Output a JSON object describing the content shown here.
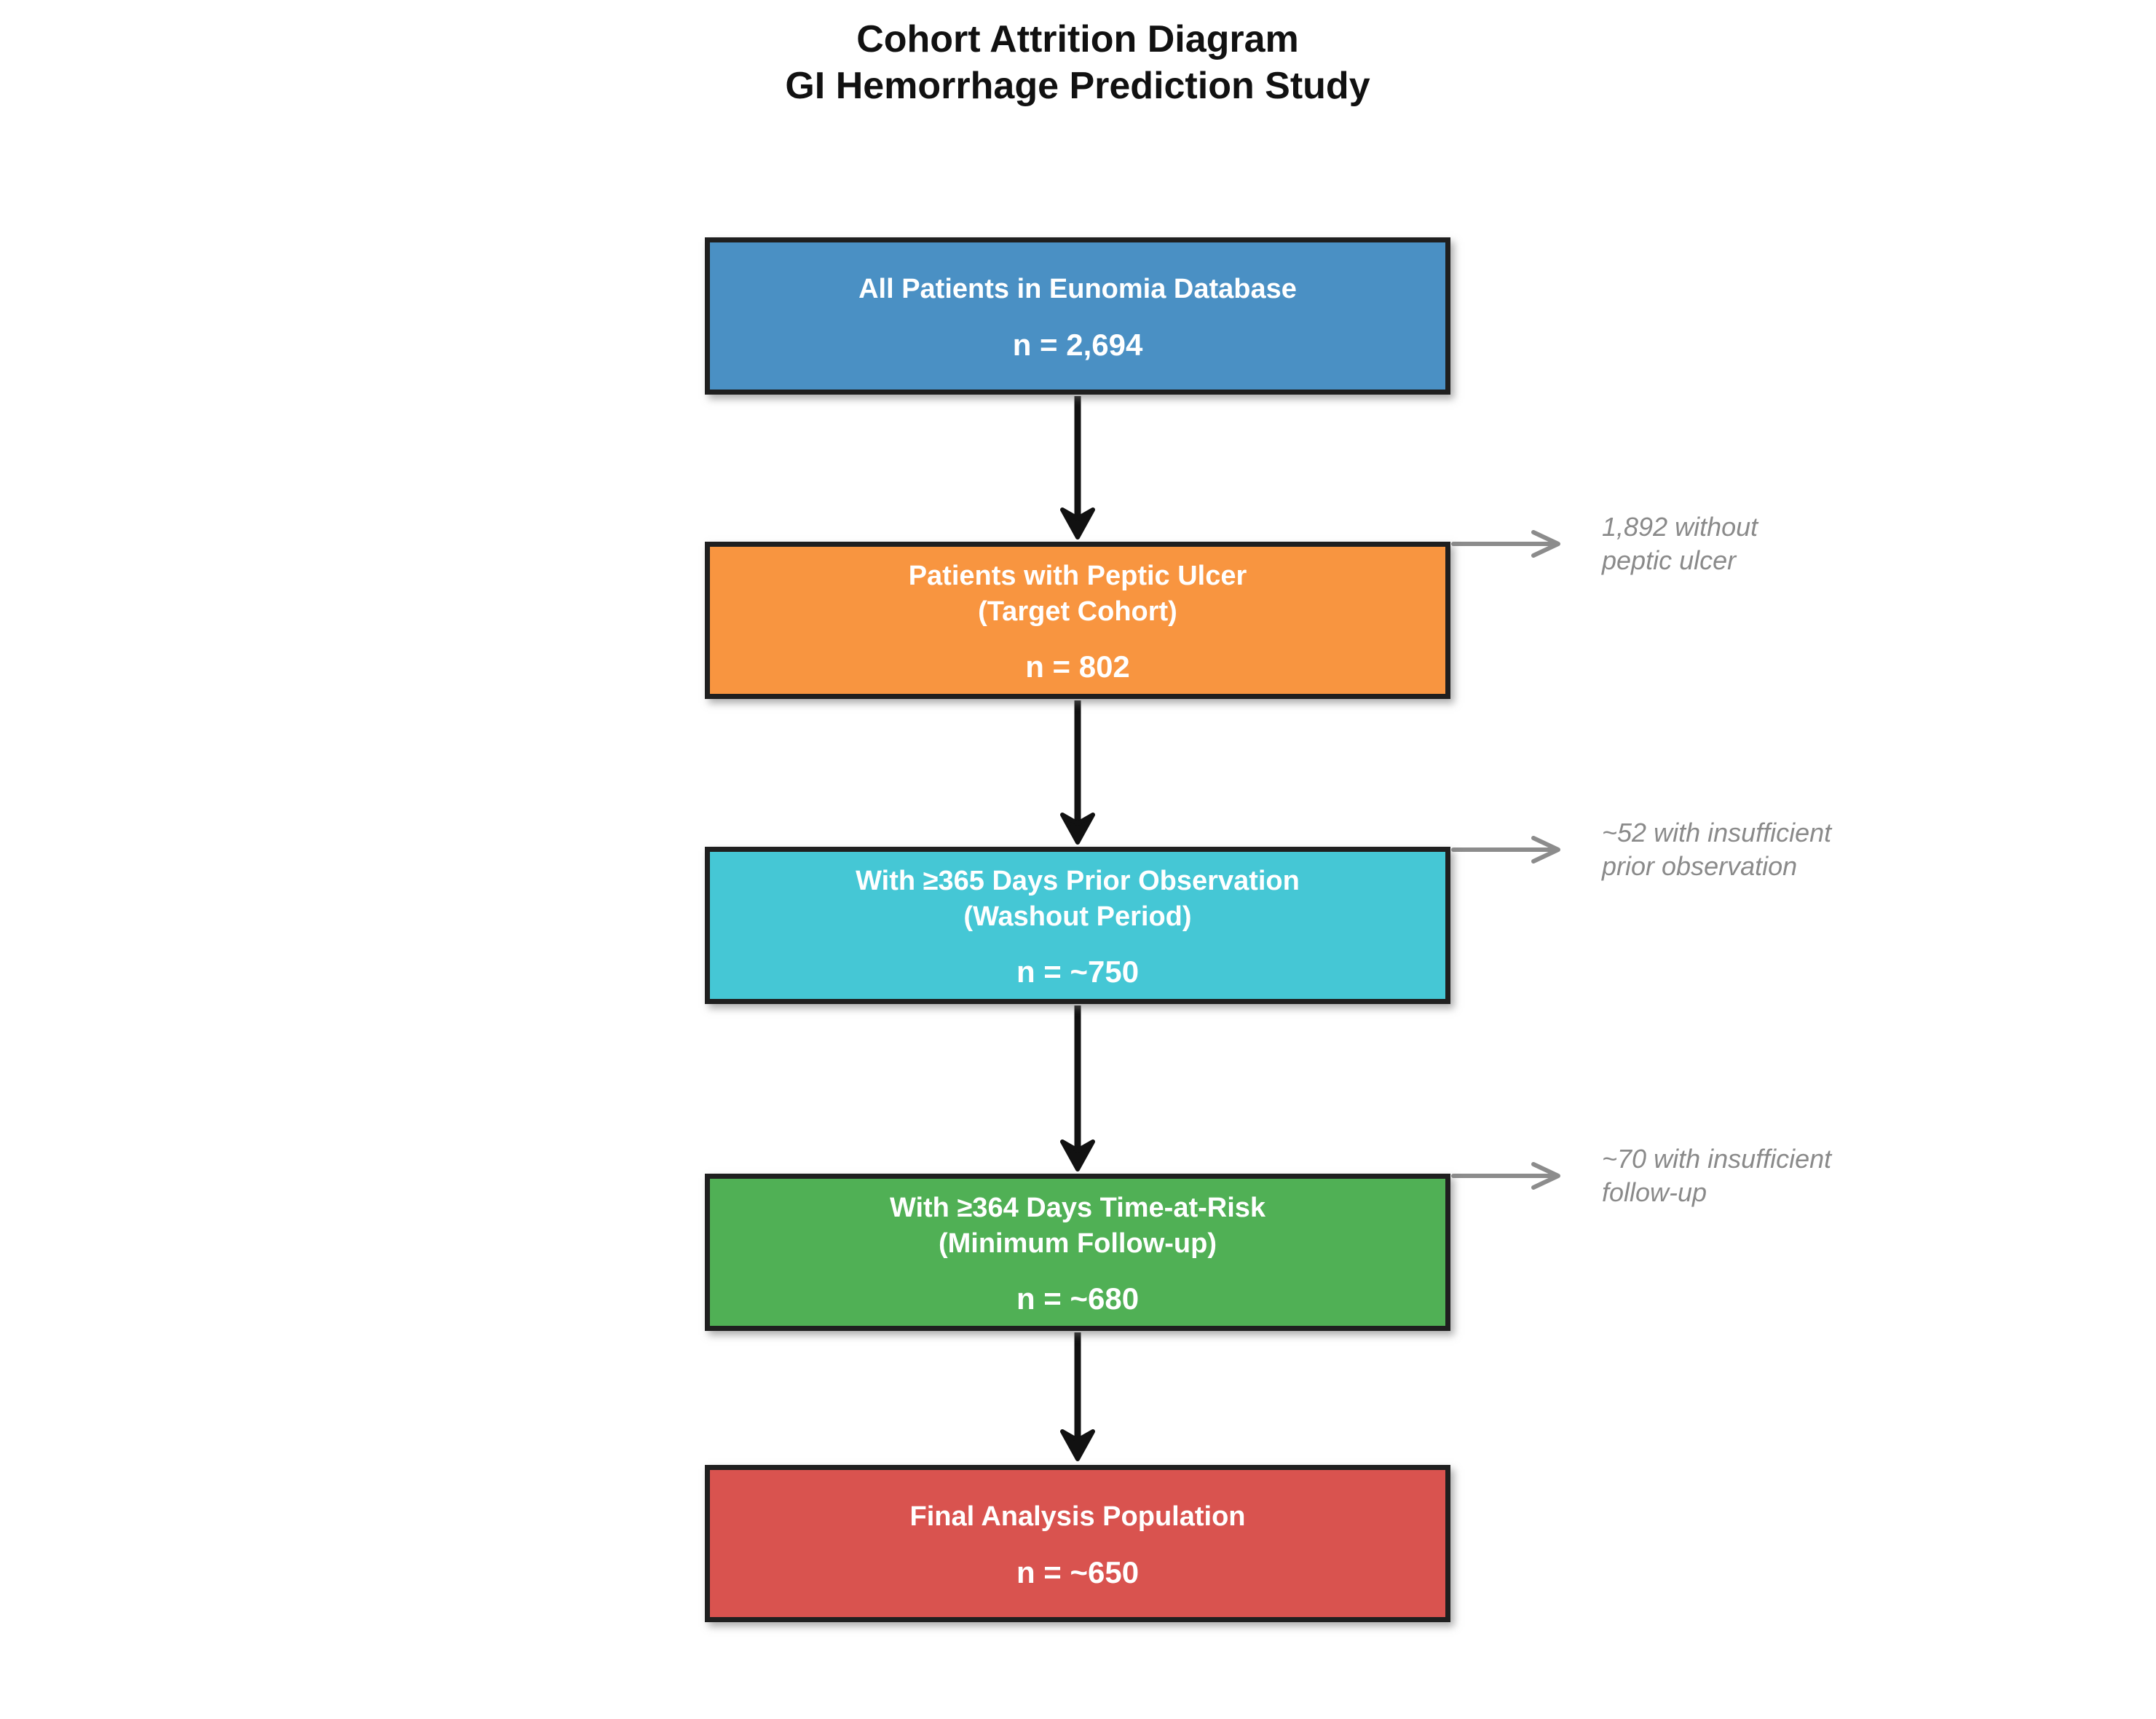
{
  "title": {
    "line1": "Cohort Attrition Diagram",
    "line2": "GI Hemorrhage Prediction Study"
  },
  "boxes": [
    {
      "line1": "All Patients in Eunomia Database",
      "n": "n = 2,694",
      "color": "#4A90C4"
    },
    {
      "line1": "Patients with Peptic Ulcer",
      "line2": "(Target Cohort)",
      "n": "n = 802",
      "color": "#F89540"
    },
    {
      "line1": "With ≥365 Days Prior Observation",
      "line2": "(Washout Period)",
      "n": "n = ~750",
      "color": "#45C7D5"
    },
    {
      "line1": "With ≥364 Days Time-at-Risk",
      "line2": "(Minimum Follow-up)",
      "n": "n = ~680",
      "color": "#50B055"
    },
    {
      "line1": "Final Analysis Population",
      "n": "n = ~650",
      "color": "#D9534F"
    }
  ],
  "exclusions": [
    {
      "line1": "1,892 without",
      "line2": "peptic ulcer"
    },
    {
      "line1": "~52 with insufficient",
      "line2": "prior observation"
    },
    {
      "line1": "~70 with insufficient",
      "line2": "follow-up"
    }
  ],
  "colors": {
    "flow_arrow": "#111111",
    "exclusion_arrow": "#8c8c8c",
    "exclusion_text": "#8a8a8a",
    "box_border": "#1f1f1f",
    "box_text": "#ffffff",
    "background": "#ffffff"
  }
}
